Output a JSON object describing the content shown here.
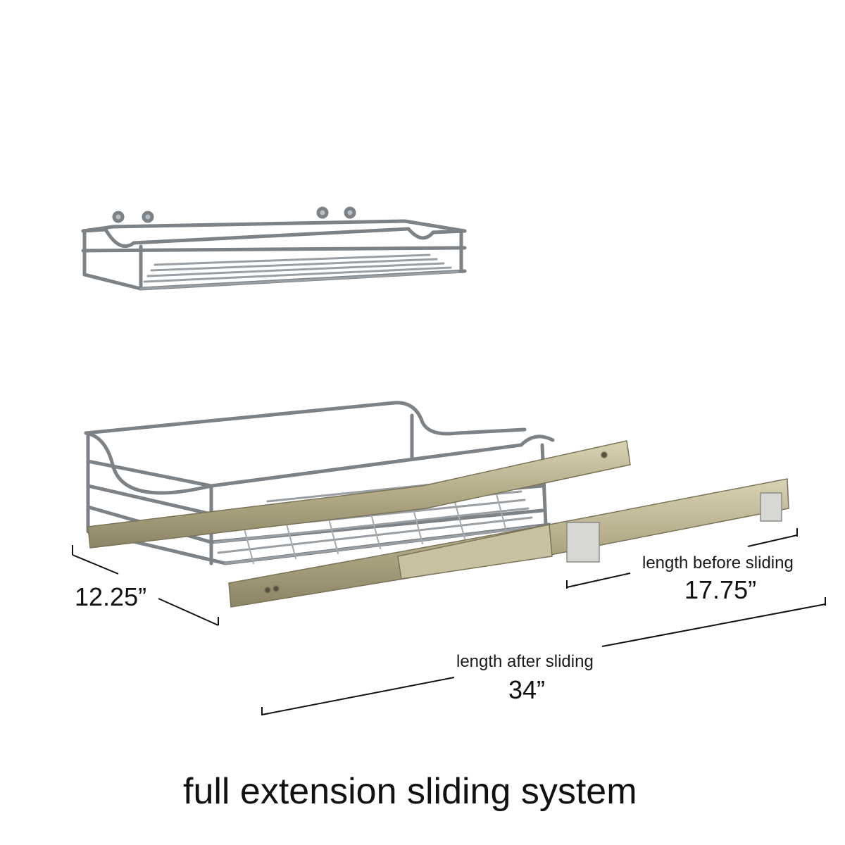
{
  "image": {
    "subject": "two-tier-chrome-wire-pull-out-organizer-icon",
    "colors": {
      "chrome": "#9aa0a6",
      "chrome_dark": "#5f6368",
      "rail": "#b8b08f",
      "rail_dark": "#8c8466",
      "text": "#111111"
    }
  },
  "dimensions": {
    "depth_value": "12.25”",
    "before_label": "length before sliding",
    "before_value": "17.75”",
    "after_label": "length after sliding",
    "after_value": "34”"
  },
  "caption": "full extension sliding system"
}
